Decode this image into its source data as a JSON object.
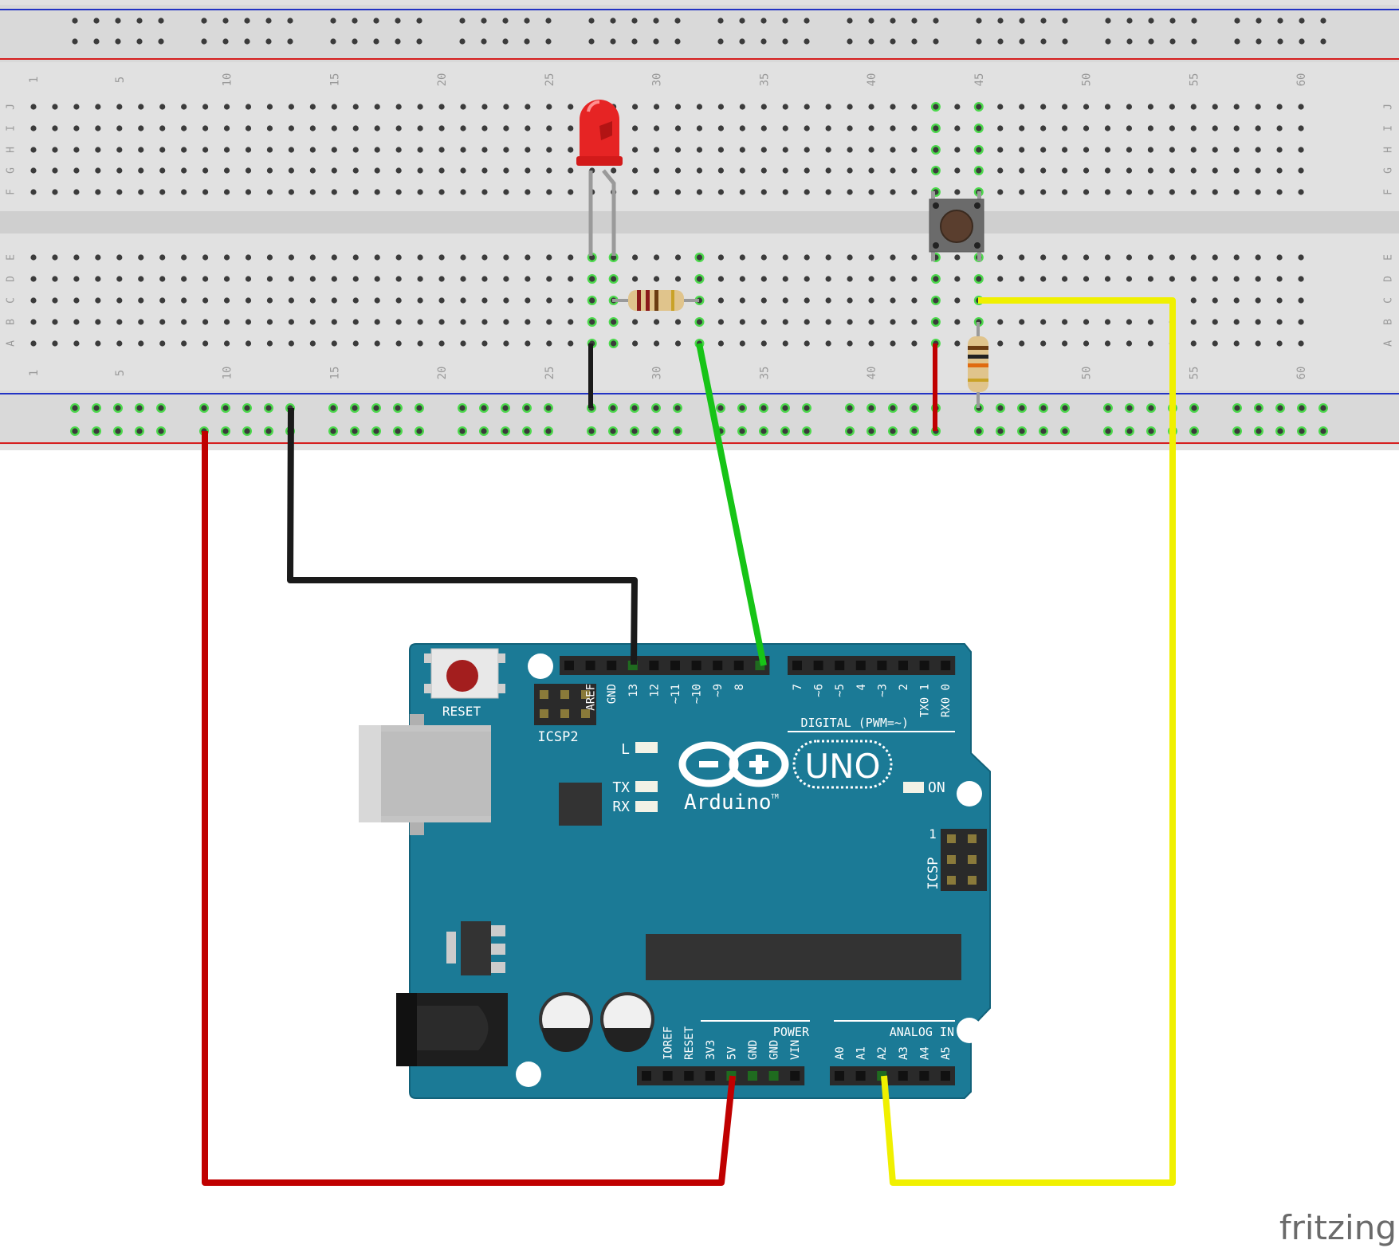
{
  "colors": {
    "board": "#1b7a96",
    "board_edge": "#12627a",
    "breadboard": "#e1e1e1",
    "breadboard_trench": "#cfcfcf",
    "hole": "#3b3b3b",
    "hole_connected": "#4cd94c",
    "rail_red": "#d61f1f",
    "rail_blue": "#2233c4",
    "wire_red": "#c00000",
    "wire_black": "#1a1a1a",
    "wire_green": "#17c417",
    "wire_yellow": "#f0f000",
    "led": "#e62424"
  },
  "breadboard": {
    "column_numbers": [
      "1",
      "5",
      "10",
      "15",
      "20",
      "25",
      "30",
      "35",
      "40",
      "45",
      "50",
      "55",
      "60"
    ],
    "rows_top": [
      "J",
      "I",
      "H",
      "G",
      "F"
    ],
    "rows_bottom": [
      "E",
      "D",
      "C",
      "B",
      "A"
    ]
  },
  "components": {
    "led": "red-led",
    "resistor_led": "resistor",
    "resistor_button": "resistor",
    "pushbutton": "pushbutton"
  },
  "arduino": {
    "logo_text": "UNO",
    "brand": "Arduino",
    "trademark": "TM",
    "reset_label": "RESET",
    "icsp2_label": "ICSP2",
    "icsp_label": "ICSP",
    "icsp_pin1": "1",
    "led_l": "L",
    "led_tx": "TX",
    "led_rx": "RX",
    "on_label": "ON",
    "digital_label": "DIGITAL (PWM=~)",
    "power_label": "POWER",
    "analog_label": "ANALOG IN",
    "digital_pins": [
      "AREF",
      "GND",
      "13",
      "12",
      "~11",
      "~10",
      "~9",
      "8",
      "7",
      "~6",
      "~5",
      "4",
      "~3",
      "2",
      "TX0 1",
      "RX0 0"
    ],
    "power_pins": [
      "IOREF",
      "RESET",
      "3V3",
      "5V",
      "GND",
      "GND",
      "VIN"
    ],
    "analog_pins": [
      "A0",
      "A1",
      "A2",
      "A3",
      "A4",
      "A5"
    ]
  },
  "watermark": "fritzing"
}
